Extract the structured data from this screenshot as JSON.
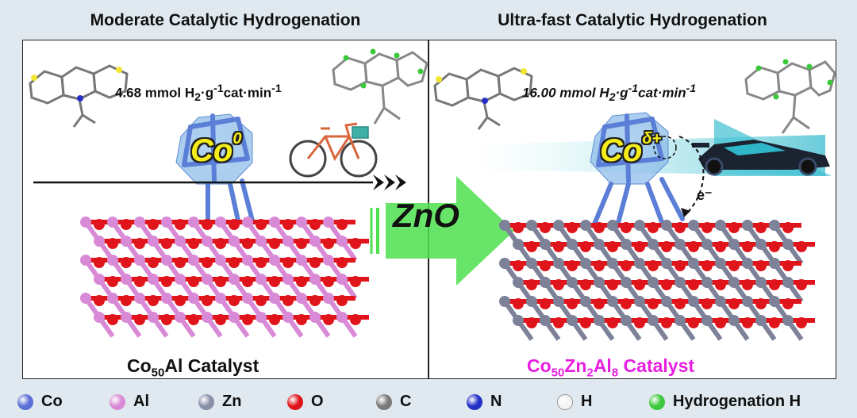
{
  "titles": {
    "left": "Moderate Catalytic Hydrogenation",
    "right": "Ultra-fast Catalytic Hydrogenation"
  },
  "left_panel": {
    "rate_value": "4.68 mmol H",
    "rate_sub": "2",
    "rate_mid": "·g",
    "rate_sup1": "-1",
    "rate_mid2": "cat·min",
    "rate_sup2": "-1",
    "co_label": "Co",
    "co_sup": "0",
    "catalyst_a": "Co",
    "catalyst_a_sub": "50",
    "catalyst_b": "Al Catalyst"
  },
  "right_panel": {
    "rate_value": "16.00 mmol H",
    "rate_sub": "2",
    "rate_mid": "·g",
    "rate_sup1": "-1",
    "rate_mid2": "cat·min",
    "rate_sup2": "-1",
    "co_label": "Co",
    "co_sup": "δ+",
    "electron": "e⁻",
    "catalyst_1": "Co",
    "catalyst_1_sub": "50",
    "catalyst_2": "Zn",
    "catalyst_2_sub": "2",
    "catalyst_3": "Al",
    "catalyst_3_sub": "8",
    "catalyst_4": " Catalyst"
  },
  "promoter": "ZnO",
  "legend": [
    {
      "label": "Co",
      "color": "#5b6fd6"
    },
    {
      "label": "Al",
      "color": "#d98ad6"
    },
    {
      "label": "Zn",
      "color": "#8a8fa8"
    },
    {
      "label": "O",
      "color": "#e0141b"
    },
    {
      "label": "C",
      "color": "#7a7a7a"
    },
    {
      "label": "N",
      "color": "#2430c8"
    },
    {
      "label": "H",
      "color": "#f4f4f4"
    },
    {
      "label": "Hydrogenation H",
      "color": "#3cc83c"
    }
  ],
  "colors": {
    "left_catalyst": "#111111",
    "right_catalyst": "#e61ee0",
    "arrow_green": "#4de04d",
    "co_label": "#f6ee1a"
  },
  "icons": [
    "bicycle-icon",
    "race-car-icon",
    "triple-chevron-icon",
    "big-right-arrow-icon",
    "cobalt-cluster-icon",
    "molecule-icon"
  ]
}
